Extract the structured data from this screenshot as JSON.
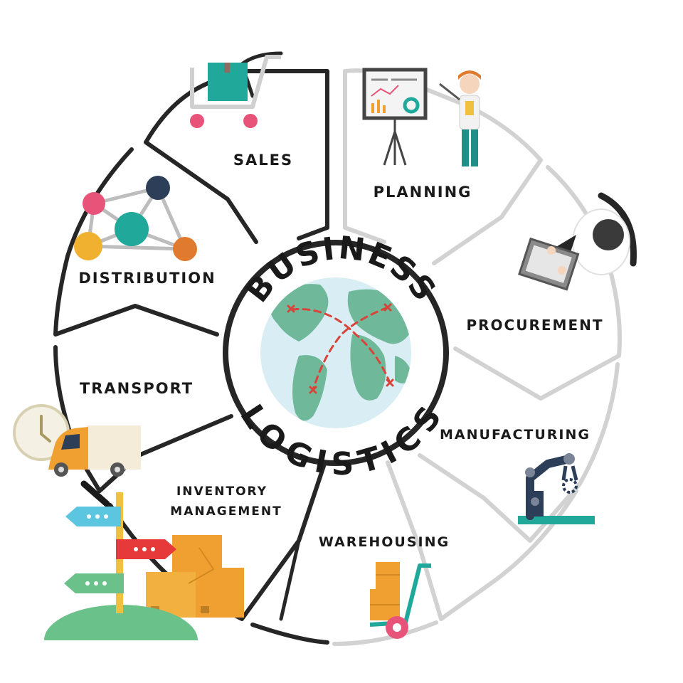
{
  "center": {
    "top_text": "BUSINESS",
    "bottom_text": "LOGISTICS"
  },
  "segments": [
    {
      "id": "sales",
      "label": "SALES"
    },
    {
      "id": "planning",
      "label": "PLANNING"
    },
    {
      "id": "procurement",
      "label": "PROCUREMENT"
    },
    {
      "id": "manufacturing",
      "label": "MANUFACTURING"
    },
    {
      "id": "warehousing",
      "label": "WAREHOUSING"
    },
    {
      "id": "inventory",
      "label_line1": "INVENTORY",
      "label_line2": "MANAGEMENT"
    },
    {
      "id": "transport",
      "label": "TRANSPORT"
    },
    {
      "id": "distribution",
      "label": "DISTRIBUTION"
    }
  ],
  "colors": {
    "dark_outline": "#262626",
    "light_outline": "#d4d4d4",
    "teal": "#20a89a",
    "navy": "#2c3e58",
    "pink": "#e8537a",
    "orange": "#f0a030",
    "red": "#e63a3a",
    "green": "#6ac28a",
    "sky": "#5cc6e0",
    "globe_ocean": "#d8eef4",
    "globe_land": "#6fb89a",
    "route": "#d9443a"
  },
  "icons": [
    "cart-icon",
    "presentation-board-icon",
    "presenter-person-icon",
    "laptop-user-icon",
    "robot-arm-icon",
    "hand-truck-icon",
    "boxes-icon",
    "signpost-icon",
    "delivery-truck-icon",
    "clock-icon",
    "network-nodes-icon",
    "globe-icon"
  ]
}
